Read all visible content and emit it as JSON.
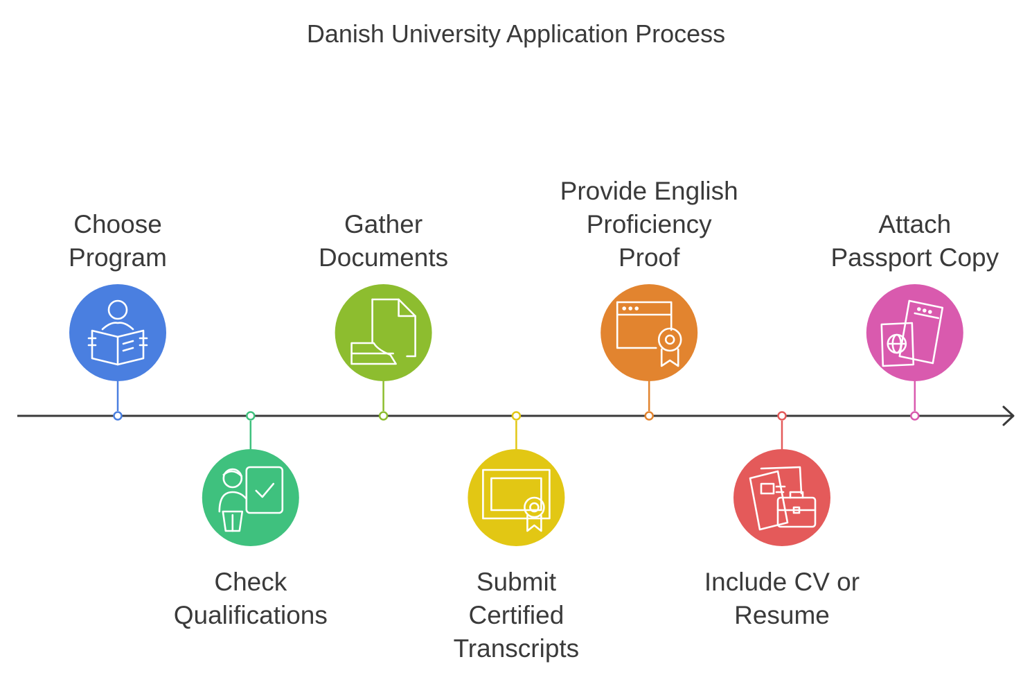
{
  "title": "Danish University Application Process",
  "steps": [
    {
      "lines": [
        "Choose",
        "Program"
      ],
      "color": "#4a7fe0",
      "icon": "reading-person-icon",
      "position": "above"
    },
    {
      "lines": [
        "Check",
        "Qualifications"
      ],
      "color": "#3fc17e",
      "icon": "teacher-board-check-icon",
      "position": "below"
    },
    {
      "lines": [
        "Gather",
        "Documents"
      ],
      "color": "#8dbd2f",
      "icon": "document-hand-icon",
      "position": "above"
    },
    {
      "lines": [
        "Submit",
        "Certified",
        "Transcripts"
      ],
      "color": "#e2c714",
      "icon": "certificate-icon",
      "position": "below"
    },
    {
      "lines": [
        "Provide English",
        "Proficiency",
        "Proof"
      ],
      "color": "#e2842f",
      "icon": "web-certificate-icon",
      "position": "above"
    },
    {
      "lines": [
        "Include CV or",
        "Resume"
      ],
      "color": "#e45a5a",
      "icon": "resume-briefcase-icon",
      "position": "below"
    },
    {
      "lines": [
        "Attach",
        "Passport Copy"
      ],
      "color": "#d95aae",
      "icon": "passport-ticket-icon",
      "position": "above"
    }
  ]
}
